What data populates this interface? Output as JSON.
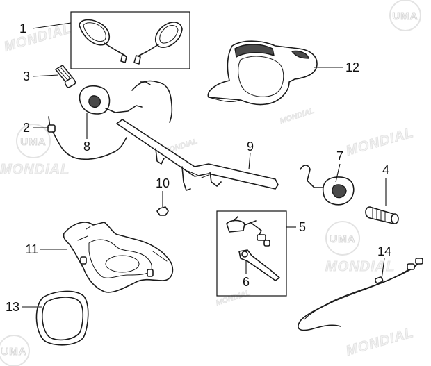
{
  "callouts": {
    "c1": "1",
    "c2": "2",
    "c3": "3",
    "c4": "4",
    "c5": "5",
    "c6": "6",
    "c7": "7",
    "c8": "8",
    "c9": "9",
    "c10": "10",
    "c11": "11",
    "c12": "12",
    "c13": "13",
    "c14": "14"
  },
  "watermarks": {
    "uma": "UMA",
    "mondial": "MONDIAL"
  }
}
